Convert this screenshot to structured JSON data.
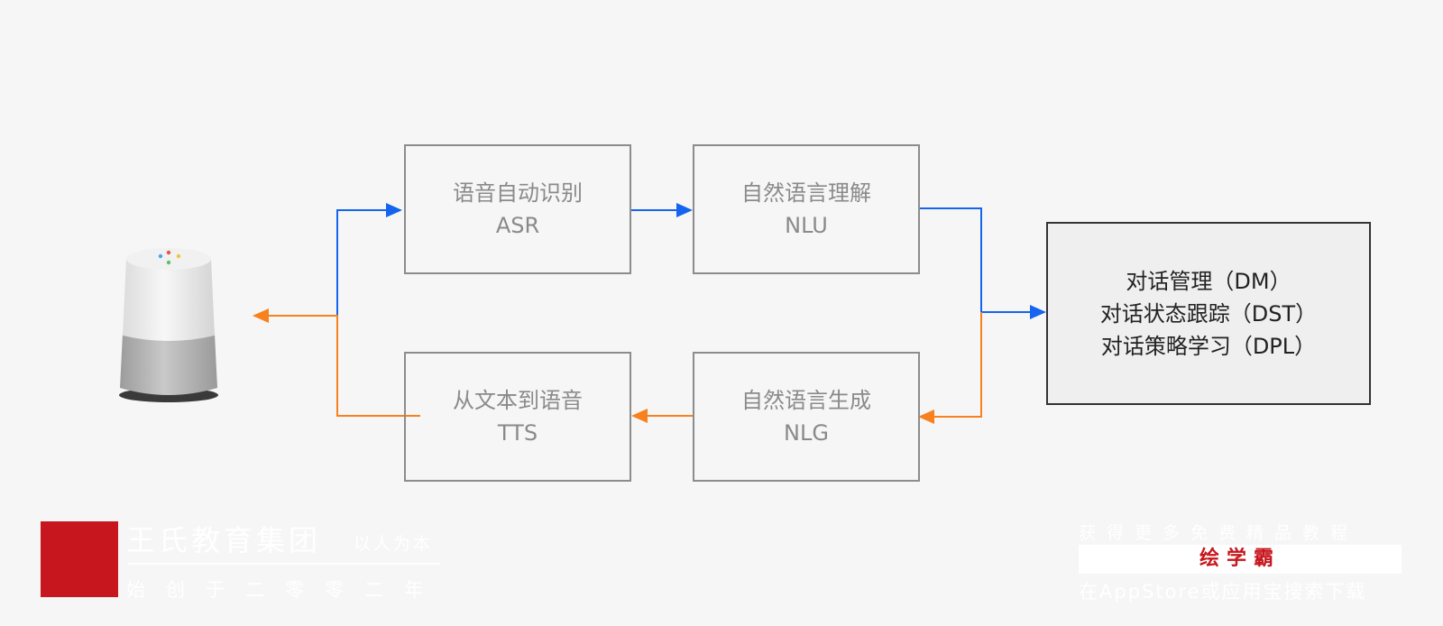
{
  "nodes": {
    "asr": {
      "line1": "语音自动识别",
      "line2": "ASR"
    },
    "nlu": {
      "line1": "自然语言理解",
      "line2": "NLU"
    },
    "tts": {
      "line1": "从文本到语音",
      "line2": "TTS"
    },
    "nlg": {
      "line1": "自然语言生成",
      "line2": "NLG"
    },
    "dm": {
      "line1": "对话管理（DM）",
      "line2": "对话状态跟踪（DST）",
      "line3": "对话策略学习（DPL）"
    }
  },
  "edges": [
    {
      "from": "speaker",
      "to": "asr",
      "color": "#1464f0"
    },
    {
      "from": "asr",
      "to": "nlu",
      "color": "#1464f0"
    },
    {
      "from": "nlu",
      "to": "dm",
      "color": "#1464f0"
    },
    {
      "from": "dm",
      "to": "nlg",
      "color": "#f7811e"
    },
    {
      "from": "nlg",
      "to": "tts",
      "color": "#f7811e"
    },
    {
      "from": "tts",
      "to": "speaker",
      "color": "#f7811e"
    }
  ],
  "colors": {
    "input_flow": "#1464f0",
    "output_flow": "#f7811e",
    "brand_red": "#c7161d"
  },
  "branding": {
    "name": "王氏教育集团",
    "motto": "以人为本",
    "founded": "始创于二零零二年"
  },
  "promo": {
    "top": "获得更多免费精品教程",
    "app_name": "绘学霸",
    "bottom": "在AppStore或应用宝搜索下载"
  },
  "icons": {
    "speaker": "smart-speaker-icon",
    "logo": "wang-shi-logo-icon"
  }
}
